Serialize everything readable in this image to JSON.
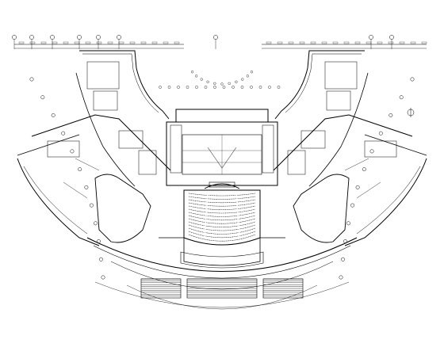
{
  "drawing": {
    "type": "architectural-floor-plan",
    "description_visible_text": "",
    "axis_bubbles_top_count": 9,
    "axis_bubbles_left_count": 12,
    "axis_bubbles_right_count": 12,
    "auditorium_seat_rows": 14,
    "stair_blocks_bottom": 3,
    "colors": {
      "line": "#000000",
      "paper": "#ffffff",
      "annotation": "#333333"
    }
  }
}
